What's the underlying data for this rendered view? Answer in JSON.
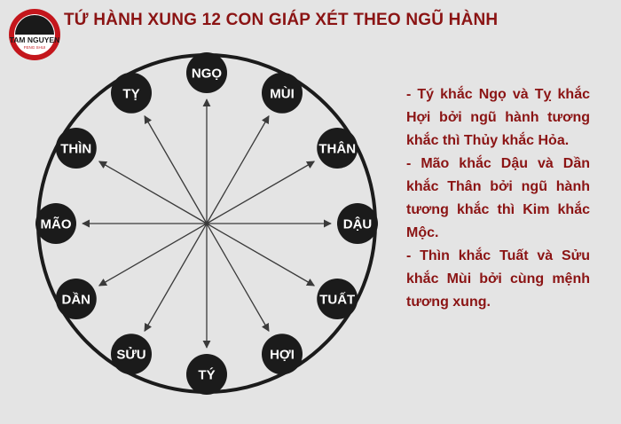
{
  "title": "TỨ HÀNH XUNG 12 CON GIÁP XÉT THEO NGŨ HÀNH",
  "logo": {
    "brand_line1": "TAM NGUYEN",
    "brand_line2": "FENG SHUI",
    "colors": {
      "ring": "#c4161c",
      "dark": "#1a1a1a",
      "white": "#ffffff"
    }
  },
  "wheel": {
    "nodes": [
      {
        "id": "ngo",
        "label": "NGỌ"
      },
      {
        "id": "mui",
        "label": "MÙI"
      },
      {
        "id": "than",
        "label": "THÂN"
      },
      {
        "id": "dau",
        "label": "DẬU"
      },
      {
        "id": "tuat",
        "label": "TUẤT"
      },
      {
        "id": "hoi",
        "label": "HỢI"
      },
      {
        "id": "ty_rat",
        "label": "TÝ"
      },
      {
        "id": "suu",
        "label": "SỬU"
      },
      {
        "id": "dan",
        "label": "DẦN"
      },
      {
        "id": "mao",
        "label": "MÃO"
      },
      {
        "id": "thin",
        "label": "THÌN"
      },
      {
        "id": "ty_snake",
        "label": "TỴ"
      }
    ],
    "colors": {
      "node": "#1b1b1b",
      "ring": "#1b1b1b",
      "arrow": "#3a3a3a"
    }
  },
  "notes": [
    "- Tý khắc Ngọ và Tỵ khắc Hợi bởi ngũ hành tương khắc thì Thủy khắc Hỏa.",
    "- Mão khắc Dậu và Dần khắc Thân bởi ngũ hành tương khắc thì Kim khắc Mộc.",
    "- Thìn khắc Tuất và Sửu khắc Mùi bởi cùng mệnh tương xung."
  ],
  "accent_color": "#8b1414"
}
